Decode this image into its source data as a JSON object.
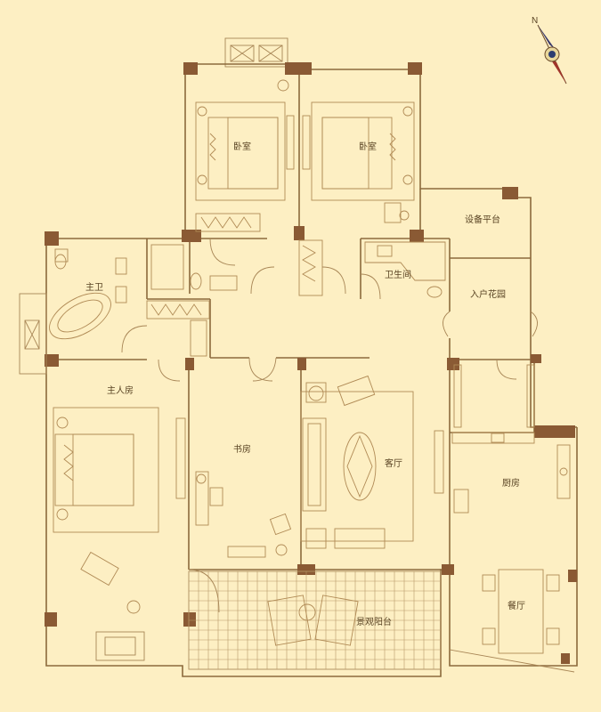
{
  "rooms": {
    "bedroom_1": "卧室",
    "bedroom_2": "卧室",
    "equipment_platform": "设备平台",
    "master_bath": "主卫",
    "bathroom": "卫生间",
    "entry_garden": "入户花园",
    "master_bedroom": "主人房",
    "study": "书房",
    "living_room": "客厅",
    "kitchen": "厨房",
    "dining_room": "餐厅",
    "balcony": "景观阳台"
  },
  "compass": {
    "north_label": "N"
  },
  "colors": {
    "background": "#fdefc3",
    "wall": "#8c6a3c",
    "column": "#8a5a34"
  }
}
